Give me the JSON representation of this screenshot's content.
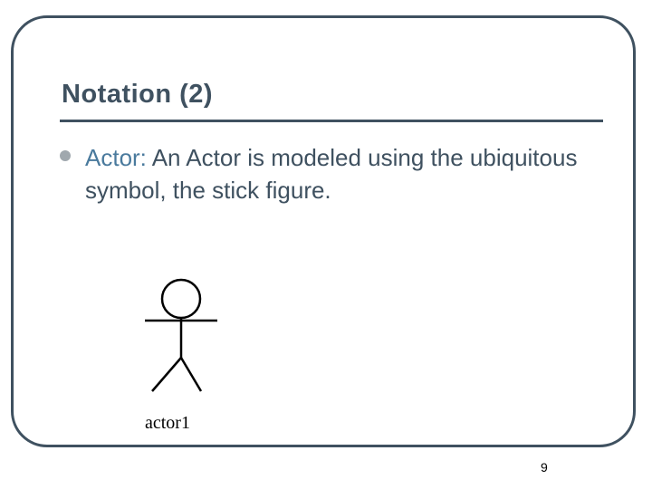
{
  "slide": {
    "title": "Notation (2)",
    "bullet": {
      "term": "Actor:",
      "text": " An Actor is modeled using the ubiquitous symbol, the stick figure."
    },
    "figure": {
      "icon": "stick-figure-actor-icon",
      "label": "actor1"
    },
    "page_number": "9"
  },
  "colors": {
    "heading": "#3f5160",
    "term": "#4a7a9d",
    "bullet": "#a0a8ae"
  }
}
